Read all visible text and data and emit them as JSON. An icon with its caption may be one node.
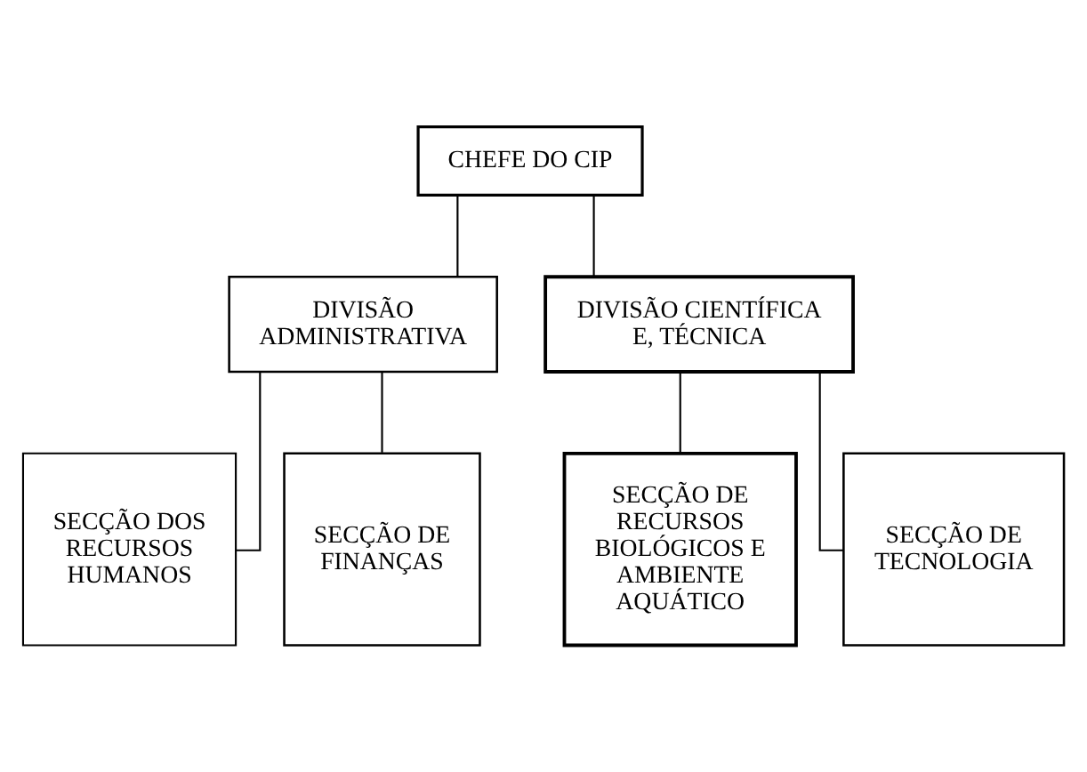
{
  "diagram": {
    "nodes": [
      {
        "text": [
          "CHEFE DO CIP"
        ]
      },
      {
        "text": [
          "DIVISÃO ADMINISTRATIVA"
        ]
      },
      {
        "text": [
          "DIVISÃO CIENTÍFICA E, TÉCNICA"
        ]
      },
      {
        "text": [
          "SECÇÃO DOS RECURSOS HUMANOS"
        ]
      },
      {
        "text": [
          "SECÇÃO DE FINANÇAS"
        ]
      },
      {
        "text": [
          "SECÇÃO DE RECURSOS BIOLÓGICOS E AMBIENTE AQUÁTICO"
        ]
      },
      {
        "text": [
          "SECÇÃO DE TECNOLOGIA"
        ]
      }
    ],
    "edges": [
      {
        "from": 0,
        "to": 1,
        "arrow": "none"
      },
      {
        "from": 0,
        "to": 2,
        "arrow": "none"
      },
      {
        "from": 1,
        "to": 3,
        "arrow": "none"
      },
      {
        "from": 1,
        "to": 4,
        "arrow": "none"
      },
      {
        "from": 2,
        "to": 5,
        "arrow": "none"
      },
      {
        "from": 2,
        "to": 6,
        "arrow": "none"
      }
    ]
  }
}
